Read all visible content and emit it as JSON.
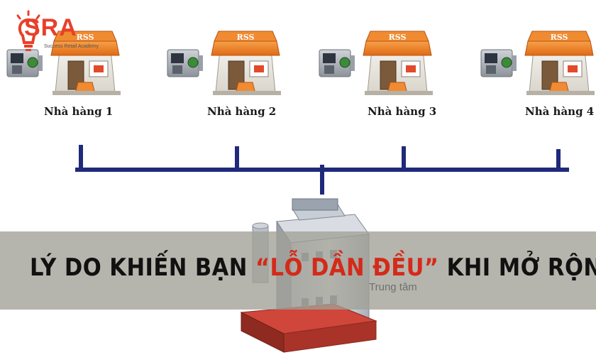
{
  "brand": {
    "name": "SRA",
    "tagline": "Success Retail Academy",
    "color": "#e8402a"
  },
  "diagram": {
    "stores": [
      {
        "label": "Nhà hàng 1",
        "sign": "RSS"
      },
      {
        "label": "Nhà hàng 2",
        "sign": "RSS"
      },
      {
        "label": "Nhà hàng 3",
        "sign": "RSS"
      },
      {
        "label": "Nhà hàng 4",
        "sign": "RSS"
      }
    ],
    "hq_label": "Trung tâm",
    "bus_color": "#1f2a7a"
  },
  "headline": {
    "before": "LÝ DO KHIẾN BẠN ",
    "highlight": "“LỖ DẦN ĐỀU”",
    "after": " KHI MỞ RỘNG",
    "highlight_color": "#d42a1a"
  },
  "icons": [
    "lightbulb-icon",
    "store-icon",
    "fingerprint-scanner-icon",
    "headquarters-building-icon"
  ]
}
